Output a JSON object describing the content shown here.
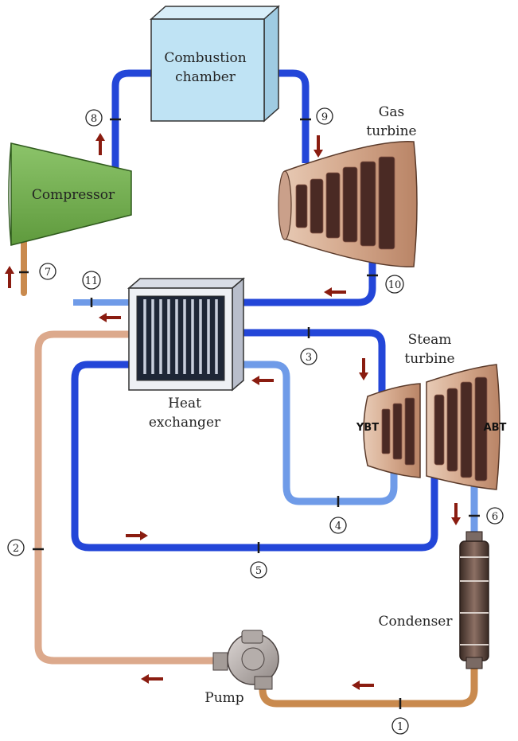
{
  "components": {
    "combustion_chamber": [
      "Combustion",
      "chamber"
    ],
    "gas_turbine": [
      "Gas",
      "turbine"
    ],
    "compressor": "Compressor",
    "heat_exchanger": [
      "Heat",
      "exchanger"
    ],
    "steam_turbine": [
      "Steam",
      "turbine"
    ],
    "steam_turbine_hp": "YBT",
    "steam_turbine_lp": "ABT",
    "condenser": "Condenser",
    "pump": "Pump"
  },
  "states": [
    "1",
    "2",
    "3",
    "4",
    "5",
    "6",
    "7",
    "8",
    "9",
    "10",
    "11"
  ],
  "colors": {
    "gas_pipe": "#2346d8",
    "steam_light_pipe": "#6f9be8",
    "water_hot_pipe": "#dca98c",
    "water_pipe": "#c98a4e",
    "arrow": "#8a1c10",
    "combustion_fill": "#bfe3f4",
    "compressor_fill": "#7fb85c"
  }
}
